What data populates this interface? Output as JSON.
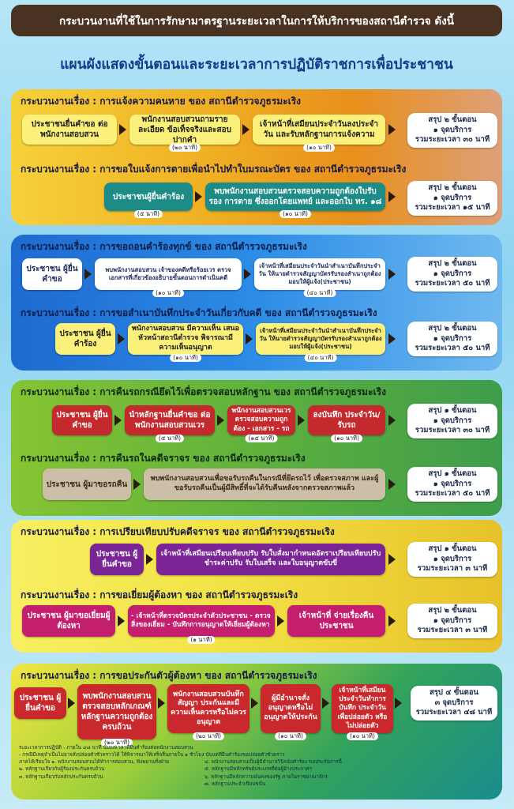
{
  "header": "กระบวนงานที่ใช้ในการรักษามาตรฐานระยะเวลาในการให้บริการของสถานีตำรวจ ดังนี้",
  "title": "แผนผังแสดงขั้นตอนและระยะเวลาการปฏิบัติราชการเพื่อประชาชน",
  "s1": {
    "p1": {
      "heading": "กระบวนงานเรื่อง : การแจ้งความคนหาย ของ สถานีตำรวจภูธรมะเริง",
      "b1": "ประชาชนยื่นคำขอ ต่อพนักงานสอบสวน",
      "b2": "พนักงานสอบสวนถามรายละเอียด ข้อเท็จจริงและสอบปากคำ",
      "b2_dur": "(๒๐ นาที)",
      "b3": "เจ้าหน้าที่เสมียนประจำวันลงประจำวัน และรับหลักฐานการแจ้งความ",
      "b3_dur": "(๑๐ นาที)",
      "sum1": "สรุป ๒ ขั้นตอน",
      "sum2": "๑ จุดบริการ",
      "sum3": "รวมระยะเวลา ๓๐ นาที"
    },
    "p2": {
      "heading": "กระบวนงานเรื่อง : การขอใบแจ้งการตายเพื่อนำไปทำใบมรณะบัตร ของ สถานีตำรวจภูธรมะเริง",
      "b1": "ประชาชนผู้ยื่นคำร้อง",
      "b1_dur": "(๕ นาที)",
      "b2": "พบพนักงานสอบสวนตรวจสอบความถูกต้องใบรับรอง การตาย ซึ่งออกโดยแพทย์ และออกใบ ทร. ๑๘",
      "b2_dur": "(๑๐ นาที)",
      "sum1": "สรุป ๒ ขั้นตอน",
      "sum2": "๑ จุดบริการ",
      "sum3": "รวมระยะเวลา ๑๕ นาที"
    }
  },
  "s2": {
    "p1": {
      "heading": "กระบวนงานเรื่อง : การขอถอนคำร้องทุกข์ ของ สถานีตำรวจภูธรมะเริง",
      "b1": "ประชาชน ผู้ยื่นคำขอ",
      "b2": "พบพนักงานสอบสวน เจ้าของคดีหรือร้อยเวร ตรวจเอกสารที่เกี่ยวข้องอธิบายขั้นตอนการดำเนินคดี",
      "b2_dur": "(๑๐ นาที)",
      "b3": "เจ้าหน้าที่เสมียนประจำวันนำสำเนาบันทึกประจำวัน ให้นายตำรวจสัญญาบัตรรับรองสำเนาถูกต้อง มอบให้ผู้แจ้ง(ประชาชน)",
      "b3_dur": "(๔๐ นาที)",
      "sum1": "สรุป ๒ ขั้นตอน",
      "sum2": "๑ จุดบริการ",
      "sum3": "รวมระยะเวลา ๕๐ นาที"
    },
    "p2": {
      "heading": "กระบวนงานเรื่อง : การขอสำเนาบันทึกประจำวันเกี่ยวกับคดี ของ สถานีตำรวจภูธรมะเริง",
      "b1": "ประชาชน ผู้ยื่นคำร้อง",
      "b2": "พนักงานสอบสวน มีความเห็น เสนอหัวหน้าสถานีตำรวจ พิจารณามีความเห็นอนุญาต",
      "b2_dur": "(๑๐ นาที)",
      "b3": "เจ้าหน้าที่เสมียนประจำวันนำสำเนาบันทึกประจำวัน ให้นายตำรวจสัญญาบัตรรับรองสำเนาถูกต้อง มอบให้ผู้แจ้ง(ประชาชน)",
      "b3_dur": "(๔๐ นาที)",
      "sum1": "สรุป ๒ ขั้นตอน",
      "sum2": "๑ จุดบริการ",
      "sum3": "รวมระยะเวลา ๕๐ นาที"
    }
  },
  "s3": {
    "p1": {
      "heading": "กระบวนงานเรื่อง : การคืนรถกรณียึดไว้เพื่อตรวจสอบหลักฐาน ของ สถานีตำรวจภูธรมะเริง",
      "b1": "ประชาชน ผู้ยื่นคำขอ",
      "b2": "นำหลักฐานยื่นคำขอ ต่อพนักงานสอบสวนเวร",
      "b2_dur": "(๕ นาที)",
      "b3": "พนักงานสอบสวนเวร ตรวจสอบความถูกต้อง - เอกสาร - รถ",
      "b3_dur": "(๑๕ นาที)",
      "b4": "ลงบันทึก ประจำวัน/รับรถ",
      "b4_dur": "(๑๐ นาที)",
      "sum1": "สรุป ๑ ขั้นตอน",
      "sum2": "๑ จุดบริการ",
      "sum3": "รวมระยะเวลา ๓๐ นาที"
    },
    "p2": {
      "heading": "กระบวนงานเรื่อง : การคืนรถในคดีจราจร ของ สถานีตำรวจภูธรมะเริง",
      "b1": "ประชาชน ผู้มาขอรถคืน",
      "b2": "พบพนักงานสอบสวนเพื่อขอรับรถคืนในกรณีที่ยึดรถไว้ เพื่อตรวจสภาพ และผู้ขอรับรถคืนเป็นผู้มีสิทธิ์ที่จะได้รับคืนหลังจากตรวจสภาพแล้ว",
      "sum1": "สรุป ๑ ขั้นตอน",
      "sum2": "๑ จุดบริการ",
      "sum3": "รวมระยะเวลา ๕๐ นาที"
    }
  },
  "s4": {
    "p1": {
      "heading": "กระบวนงานเรื่อง : การเปรียบเทียบปรับคดีจราจร ของ สถานีตำรวจภูธรมะเริง",
      "b1": "ประชาชน ผู้ยื่นคำขอ",
      "b2": "เจ้าหน้าที่เสมียนเปรียบเทียบปรับ รับใบสั่งมากำหนดอัตราเปรียบเทียบปรับ ชำระค่าปรับ รับใบเสร็จ และใบอนุญาตขับขี่",
      "sum1": "สรุป ๑ ขั้นตอน",
      "sum2": "๑ จุดบริการ",
      "sum3": "รวมระยะเวลา ๓ นาที"
    },
    "p2": {
      "heading": "กระบวนงานเรื่อง : การขอเยี่ยมผู้ต้องหา ของ สถานีตำรวจภูธรมะเริง",
      "b1": "ประชาชน ผู้มาขอเยี่ยมผู้ต้องหา",
      "b2": "- เจ้าหน้าที่ตรวจบัตรประจำตัวประชาชน - ตรวจสิ่งของเยี่ยม - บันทึกการอนุญาตให้เยี่ยมผู้ต้องหา",
      "b2_dur": "(๑ นาที)",
      "b3": "เจ้าหน้าที่ จ่ายเรื่องคืนประชาชน",
      "sum1": "สรุป ๒ ขั้นตอน",
      "sum2": "๑ จุดบริการ",
      "sum3": "รวมระยะเวลา ๓ นาที"
    }
  },
  "s5": {
    "p1": {
      "heading": "กระบวนงานเรื่อง : การขอประกันตัวผู้ต้องหา ของ สถานีตำรวจภูธรมะเริง",
      "b1": "ประชาชน ผู้ยื่นคำขอ",
      "b2": "พบพนักงานสอบสวน ตรวจสอบหลักเกณฑ์ หลักฐานความถูกต้อง ครบถ้วน",
      "b2_dur": "(๒๐ นาที)",
      "b3": "พนักงานสอบสวนบันทึก สัญญา ประกันและมี ความเห็นควรหรือไม่ควร อนุญาต",
      "b3_dur": "(๒๐ นาที)",
      "b4": "ผู้มีอำนาจสั่ง อนุญาตหรือไม่ อนุญาตให้ประกัน",
      "b4_dur": "(๑๐ นาที)",
      "b5": "เจ้าหน้าที่เสมียน ประจำวันทำการบันทึก ประจำวัน เพื่อปล่อยตัว หรือไม่ปล่อยตัว",
      "b5_dur": "(๑๐ นาที)",
      "sum1": "สรุป ๔ ขั้นตอน",
      "sum2": "๓ จุดบริการ",
      "sum3": "รวมระยะเวลา ๔๘ นาที"
    },
    "notes": [
      "ระยะเวลาการปฏิบัติ - ภายใน ๔๘ นาที นับแต่เวลาที่ยื่นคำร้องต่อพนักงานสอบสวน",
      "- กรณีมีเหตุจำเป็นไม่อาจสั่งปล่อยตัวชั่วคราวได้ ให้พิจารณาให้เสร็จสิ้นภายใน ๑ ชั่วโมง นับแต่ที่ยื่นคำร้องขอปล่อยตัวชั่วคราว",
      "ภาคได้เรียบใจ ๑. พนักงานสอบสวนได้ทำการสอบสวน, ฟังพยานทั้งฝ่าย",
      "๔. พนักงานสอบสวนเป็นผู้มีอำนาจวินิจฉัยคำร้อง ขอประกันการนี้",
      "๒. หลักฐานเกี่ยวกับผู้ร้องประกันครบถ้วน",
      "๕. หลักฐานมีหลักทรัพย์ประเภทที่ต่อผู้อ้างประกาศฯ",
      "๓. หลักฐานเกี่ยวกับหลักประกันครบถ้วน",
      "๖. หลักฐานมีหลักความมั่นคงของรัฐ ภายในราชอาณาจักร",
      "๗. หลักฐานประจำเขียนขนั้น"
    ]
  }
}
